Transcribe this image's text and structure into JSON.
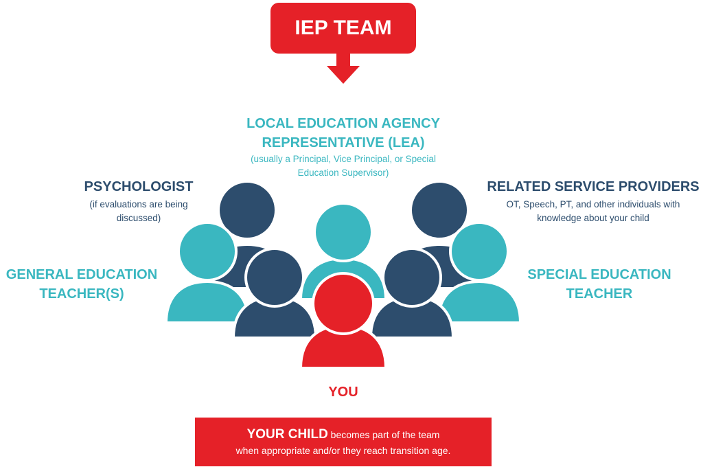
{
  "header": {
    "title": "IEP TEAM"
  },
  "roles": {
    "lea": {
      "title_line1": "LOCAL EDUCATION AGENCY",
      "title_line2": "REPRESENTATIVE (LEA)",
      "note_line1": "(usually a Principal, Vice Principal, or Special",
      "note_line2": "Education Supervisor)"
    },
    "psychologist": {
      "title": "PSYCHOLOGIST",
      "note_line1": "(if evaluations are being",
      "note_line2": "discussed)"
    },
    "related_service": {
      "title": "RELATED SERVICE PROVIDERS",
      "note_line1": "OT, Speech, PT, and other individuals with",
      "note_line2": "knowledge about your child"
    },
    "general_ed": {
      "title_line1": "GENERAL EDUCATION",
      "title_line2": "TEACHER(S)"
    },
    "special_ed": {
      "title_line1": "SPECIAL EDUCATION",
      "title_line2": "TEACHER"
    },
    "you": {
      "title": "YOU"
    }
  },
  "child_box": {
    "emphasis": "YOUR CHILD",
    "line1_rest": " becomes part of the team",
    "line2": "when appropriate and/or they reach transition age."
  },
  "colors": {
    "red": "#e52128",
    "teal": "#3ab7c0",
    "navy": "#2d4d6d",
    "background": "#ffffff"
  }
}
